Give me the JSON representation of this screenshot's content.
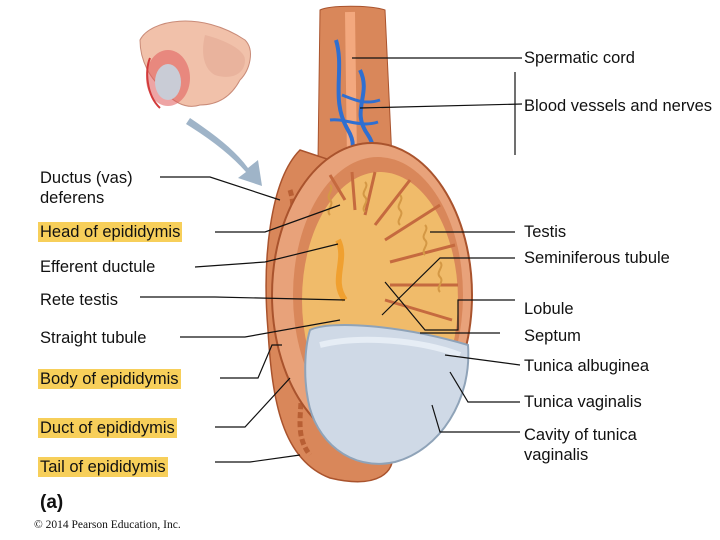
{
  "labels": {
    "spermatic_cord": "Spermatic cord",
    "blood_vessels": "Blood vessels and nerves",
    "ductus_deferens": "Ductus (vas) deferens",
    "head_epididymis": "Head of epididymis",
    "efferent_ductule": "Efferent ductule",
    "rete_testis": "Rete testis",
    "straight_tubule": "Straight tubule",
    "body_epididymis": "Body of epididymis",
    "duct_epididymis": "Duct of epididymis",
    "tail_epididymis": "Tail of epididymis",
    "testis": "Testis",
    "seminiferous_tubule": "Seminiferous tubule",
    "lobule": "Lobule",
    "septum": "Septum",
    "tunica_albuginea": "Tunica albuginea",
    "tunica_vaginalis": "Tunica vaginalis",
    "cavity_tunica_vaginalis": "Cavity of tunica vaginalis"
  },
  "part_label": "(a)",
  "credit": "© 2014 Pearson Education, Inc.",
  "colors": {
    "highlight": "#f7cf5a",
    "tissue": "#d9875a",
    "tissue_dark": "#a9532d",
    "tubule": "#f3c46d",
    "vessel": "#2f6fd1",
    "cavity": "#cfd9e6",
    "skin": "#f1c1aa"
  }
}
